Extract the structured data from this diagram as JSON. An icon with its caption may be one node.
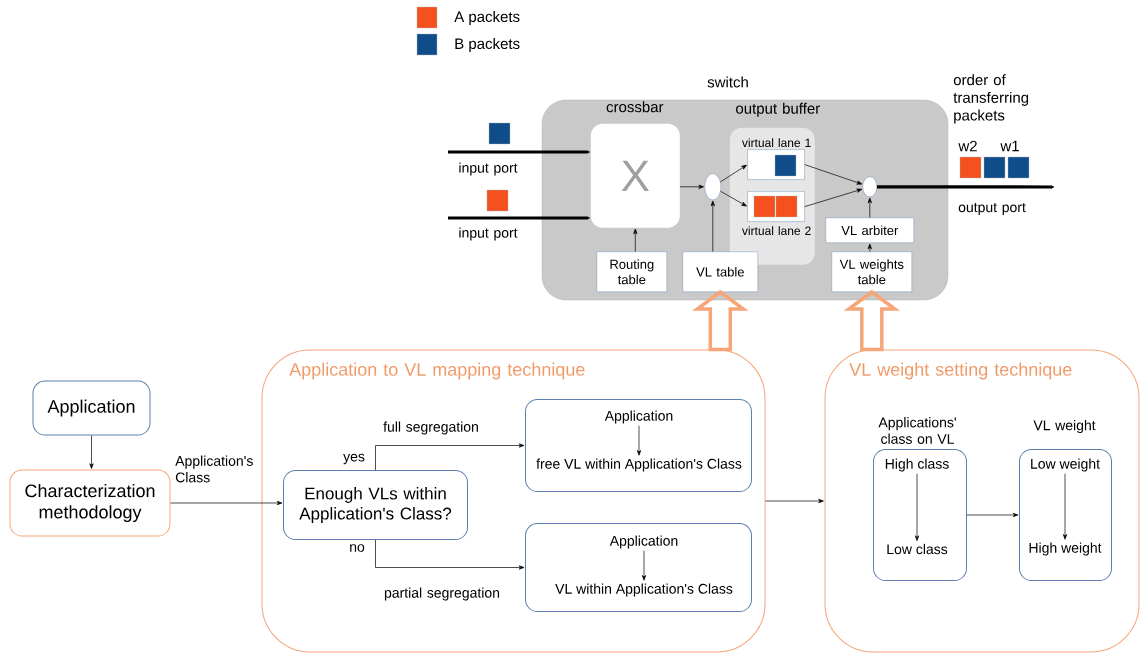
{
  "diagram": {
    "nodes": [
      {
        "text": [
          "switch"
        ]
      },
      {
        "text": [
          "crossbar",
          "X"
        ],
        "in": 0
      },
      {
        "text": [],
        "shape": "circle",
        "in": 0
      },
      {
        "text": [
          "output buffer"
        ],
        "in": 0
      },
      {
        "text": [
          "virtual lane 1"
        ],
        "in": 3
      },
      {
        "text": [
          "virtual lane 2"
        ],
        "in": 3
      },
      {
        "text": [],
        "shape": "circle",
        "in": 0
      },
      {
        "text": [
          "Routing table"
        ],
        "in": 0
      },
      {
        "text": [
          "VL table"
        ],
        "in": 0
      },
      {
        "text": [
          "VL arbiter"
        ],
        "in": 0
      },
      {
        "text": [
          "VL weights table"
        ],
        "in": 0
      },
      {
        "text": [
          "Application"
        ]
      },
      {
        "text": [
          "Characterization methodology"
        ]
      },
      {
        "text": [
          "Application to VL mapping technique"
        ]
      },
      {
        "text": [
          "Enough VLs within Application's Class?"
        ],
        "in": 13
      },
      {
        "text": [],
        "shape": "box",
        "in": 13
      },
      {
        "text": [
          "Application"
        ],
        "in": 15
      },
      {
        "text": [
          "free VL within Application's Class"
        ],
        "in": 15
      },
      {
        "text": [],
        "shape": "box",
        "in": 13
      },
      {
        "text": [
          "Application"
        ],
        "in": 18
      },
      {
        "text": [
          "VL within Application's Class"
        ],
        "in": 18
      },
      {
        "text": [
          "VL weight setting technique"
        ]
      },
      {
        "text": [
          "Applications' class on VL"
        ],
        "in": 21
      },
      {
        "text": [
          "High class"
        ],
        "in": 22
      },
      {
        "text": [
          "Low class"
        ],
        "in": 22
      },
      {
        "text": [
          "VL weight"
        ],
        "in": 21
      },
      {
        "text": [
          "Low weight"
        ],
        "in": 25
      },
      {
        "text": [
          "High weight"
        ],
        "in": 25
      }
    ],
    "edges": [
      {
        "from": null,
        "to": 1,
        "arrow": "to",
        "label": "input port",
        "style": "thick"
      },
      {
        "from": null,
        "to": 1,
        "arrow": "to",
        "label": "input port",
        "style": "thick"
      },
      {
        "from": 1,
        "to": 2,
        "arrow": "to"
      },
      {
        "from": 2,
        "to": 4,
        "arrow": "to"
      },
      {
        "from": 2,
        "to": 5,
        "arrow": "to"
      },
      {
        "from": 4,
        "to": 6,
        "arrow": "to"
      },
      {
        "from": 5,
        "to": 6,
        "arrow": "to"
      },
      {
        "from": 7,
        "to": 1,
        "arrow": "to"
      },
      {
        "from": 8,
        "to": 2,
        "arrow": "to"
      },
      {
        "from": 10,
        "to": 9,
        "arrow": "to"
      },
      {
        "from": 9,
        "to": 6,
        "arrow": "to"
      },
      {
        "from": 6,
        "to": null,
        "arrow": "to",
        "label": "output port",
        "style": "thick"
      },
      {
        "from": 13,
        "to": 8,
        "arrow": "to",
        "style": "thick",
        "color": "#f5a578"
      },
      {
        "from": 21,
        "to": 10,
        "arrow": "to",
        "style": "thick",
        "color": "#f5a578"
      },
      {
        "from": 11,
        "to": 12,
        "arrow": "to"
      },
      {
        "from": 12,
        "to": 14,
        "arrow": "to",
        "label": "Application's Class"
      },
      {
        "from": 14,
        "to": 15,
        "arrow": "to",
        "label": "full segregation"
      },
      {
        "from": 14,
        "to": 18,
        "arrow": "to",
        "label": "partial segregation"
      },
      {
        "from": 16,
        "to": 17,
        "arrow": "to"
      },
      {
        "from": 19,
        "to": 20,
        "arrow": "to"
      },
      {
        "from": 13,
        "to": 21,
        "arrow": "to"
      },
      {
        "from": 23,
        "to": 24,
        "arrow": "to"
      },
      {
        "from": 22,
        "to": 25,
        "arrow": "to"
      },
      {
        "from": 26,
        "to": 27,
        "arrow": "to"
      }
    ],
    "labels": [
      "order of transferring packets",
      "w2",
      "w1",
      "yes",
      "no"
    ],
    "legend": [
      {
        "text": "A packets",
        "color": "#f4511e"
      },
      {
        "text": "B packets",
        "color": "#0f4c8a"
      }
    ]
  }
}
